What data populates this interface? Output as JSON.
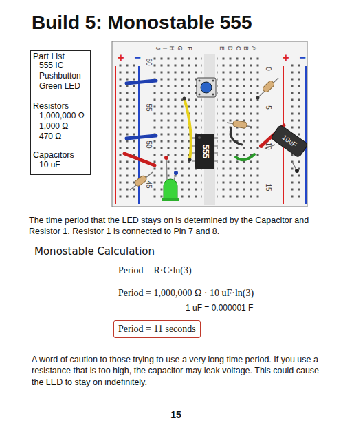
{
  "diagram": {
    "title": "Build 5: Monostable 555",
    "nodes": [
      {
        "text": [
          "Part List",
          "555 IC",
          "Pushbutton",
          "Green LED",
          "Resistors",
          "1,000,000 Ω",
          "1,000 Ω",
          "470 Ω",
          "Capacitors",
          "10 uF"
        ]
      },
      {
        "text": [
          "Period = 11 seconds"
        ]
      }
    ],
    "labels": [
      "+",
      "−",
      "+",
      "−",
      "J",
      "I",
      "H",
      "G",
      "F",
      "E",
      "D",
      "C",
      "B",
      "A",
      "60",
      "55",
      "50",
      "45",
      "0",
      "5",
      "10",
      "15",
      "555",
      "10uF",
      "The time period that the LED stays on is determined by the Capacitor and Resistor 1. Resistor 1 is connected to Pin 7 and 8.",
      "Monostable Calculation",
      "Period = R·C·ln(3)",
      "Period = 1,000,000 Ω · 10 uF·ln(3)",
      "1 uF = 0.000001 F",
      "A word of caution to those trying to use a very long time period. If you use a resistance that is too high, the capacitor may leak voltage. This could cause the LED to stay on indefinitely.",
      "15"
    ]
  }
}
